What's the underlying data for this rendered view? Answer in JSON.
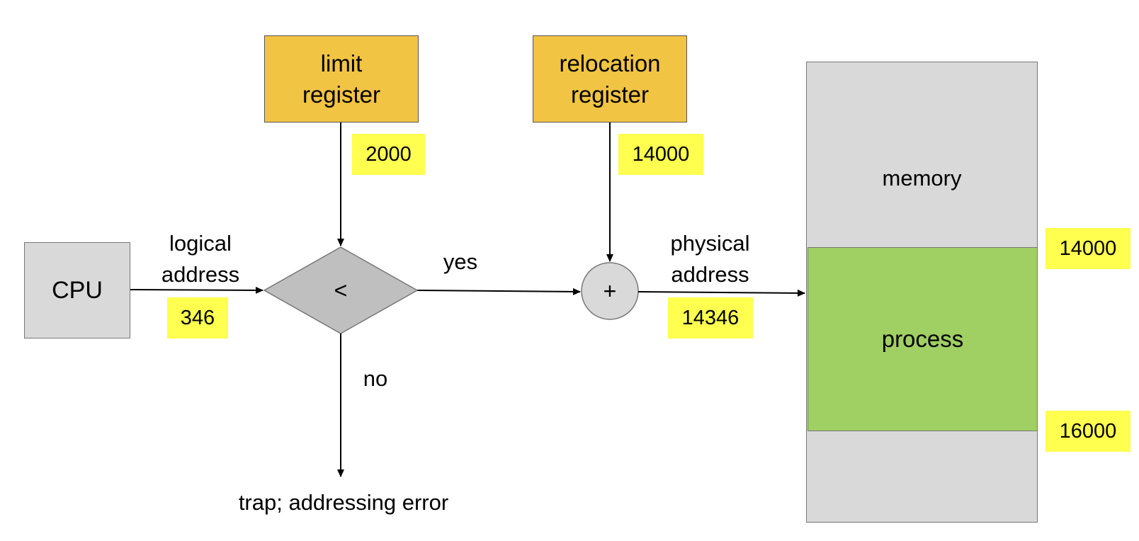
{
  "cpu": {
    "label": "CPU"
  },
  "limit_register": {
    "label": "limit\nregister",
    "value": "2000"
  },
  "relocation_register": {
    "label": "relocation\nregister",
    "value": "14000"
  },
  "logical_address": {
    "label": "logical\naddress",
    "value": "346"
  },
  "comparator": {
    "symbol": "<",
    "yes_label": "yes",
    "no_label": "no"
  },
  "adder": {
    "symbol": "+"
  },
  "physical_address": {
    "label": "physical\naddress",
    "value": "14346"
  },
  "trap": {
    "label": "trap; addressing error"
  },
  "memory": {
    "label": "memory",
    "process_label": "process",
    "process_start": "14000",
    "process_end": "16000"
  },
  "colors": {
    "register": "#f2c443",
    "value_tag": "#ffff4f",
    "process": "#a0cf63",
    "memory": "#d9d9d9",
    "cpu": "#d9d9d9",
    "comparator": "#bfbfbf"
  }
}
